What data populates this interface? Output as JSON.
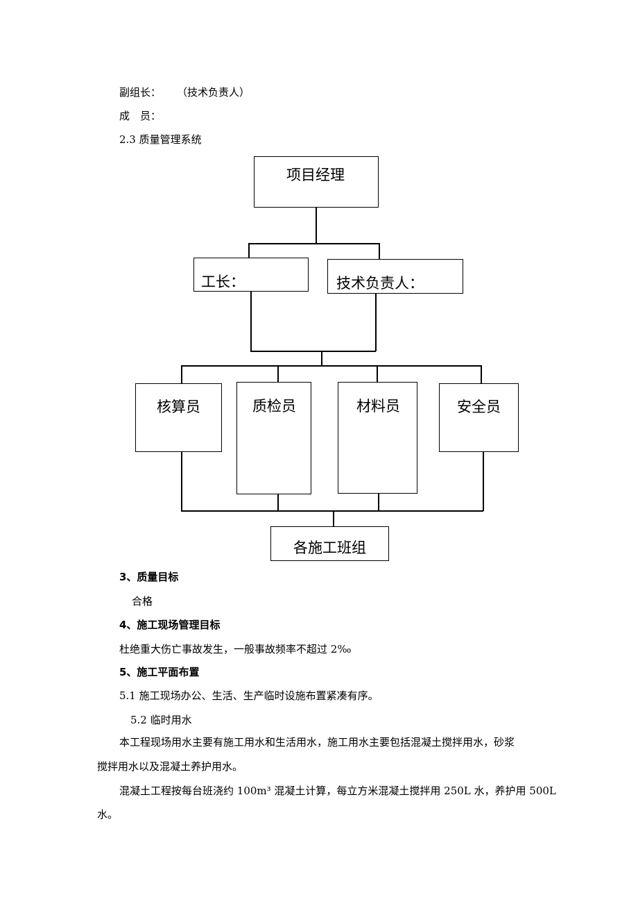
{
  "header_lines": {
    "deputy_leader_label": "副组长：",
    "deputy_leader_role": "（技术负责人）",
    "members": "成　员：",
    "section_2_3": "2.3 质量管理系统"
  },
  "org_chart": {
    "top": "项目经理",
    "level2_left": "工长：",
    "level2_right": "技术负责人：",
    "level3": [
      "核算员",
      "质检员",
      "材料员",
      "安全员"
    ],
    "bottom": "各施工班组"
  },
  "sections": {
    "s3_title": "3、质量目标",
    "s3_body": "合格",
    "s4_title": "4、施工现场管理目标",
    "s4_body": "杜绝重大伤亡事故发生，一般事故频率不超过 2‰",
    "s5_title": "5、施工平面布置",
    "s5_1": "5.1 施工现场办公、生活、生产临时设施布置紧凑有序。",
    "s5_2": "5.2 临时用水",
    "p1_line1": "本工程现场用水主要有施工用水和生活用水，施工用水主要包括混凝土搅拌用水，砂浆",
    "p1_line2": "搅拌用水以及混凝土养护用水。",
    "p2_line1": "混凝土工程按每台班浇约 100m³ 混凝土计算，每立方米混凝土搅拌用 250L 水，养护用 500L",
    "p2_line2": "水。"
  }
}
